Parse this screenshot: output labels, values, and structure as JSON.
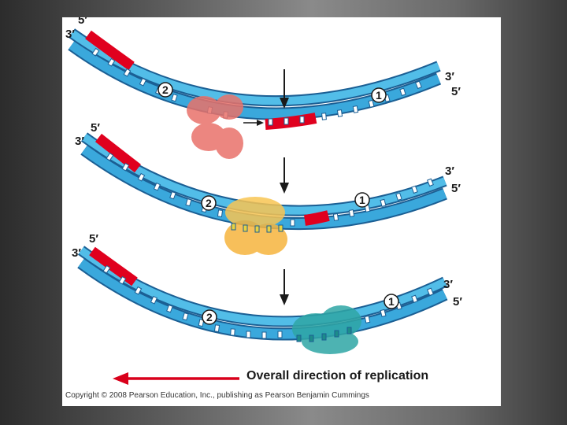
{
  "labels": {
    "five_prime": "5′",
    "three_prime": "3′",
    "step_one": "1",
    "step_two": "2"
  },
  "caption": "Overall direction of replication",
  "copyright": "Copyright © 2008 Pearson Education, Inc., publishing as Pearson Benjamin Cummings",
  "colors": {
    "dna_strand": "#3aa8dc",
    "dna_outline": "#1b5f94",
    "rna_primer": "#e0001e",
    "enzyme_1": "#e9726a",
    "enzyme_2": "#f6b53e",
    "enzyme_3": "#2fa6a5",
    "arrow_direction": "#d9001b"
  }
}
